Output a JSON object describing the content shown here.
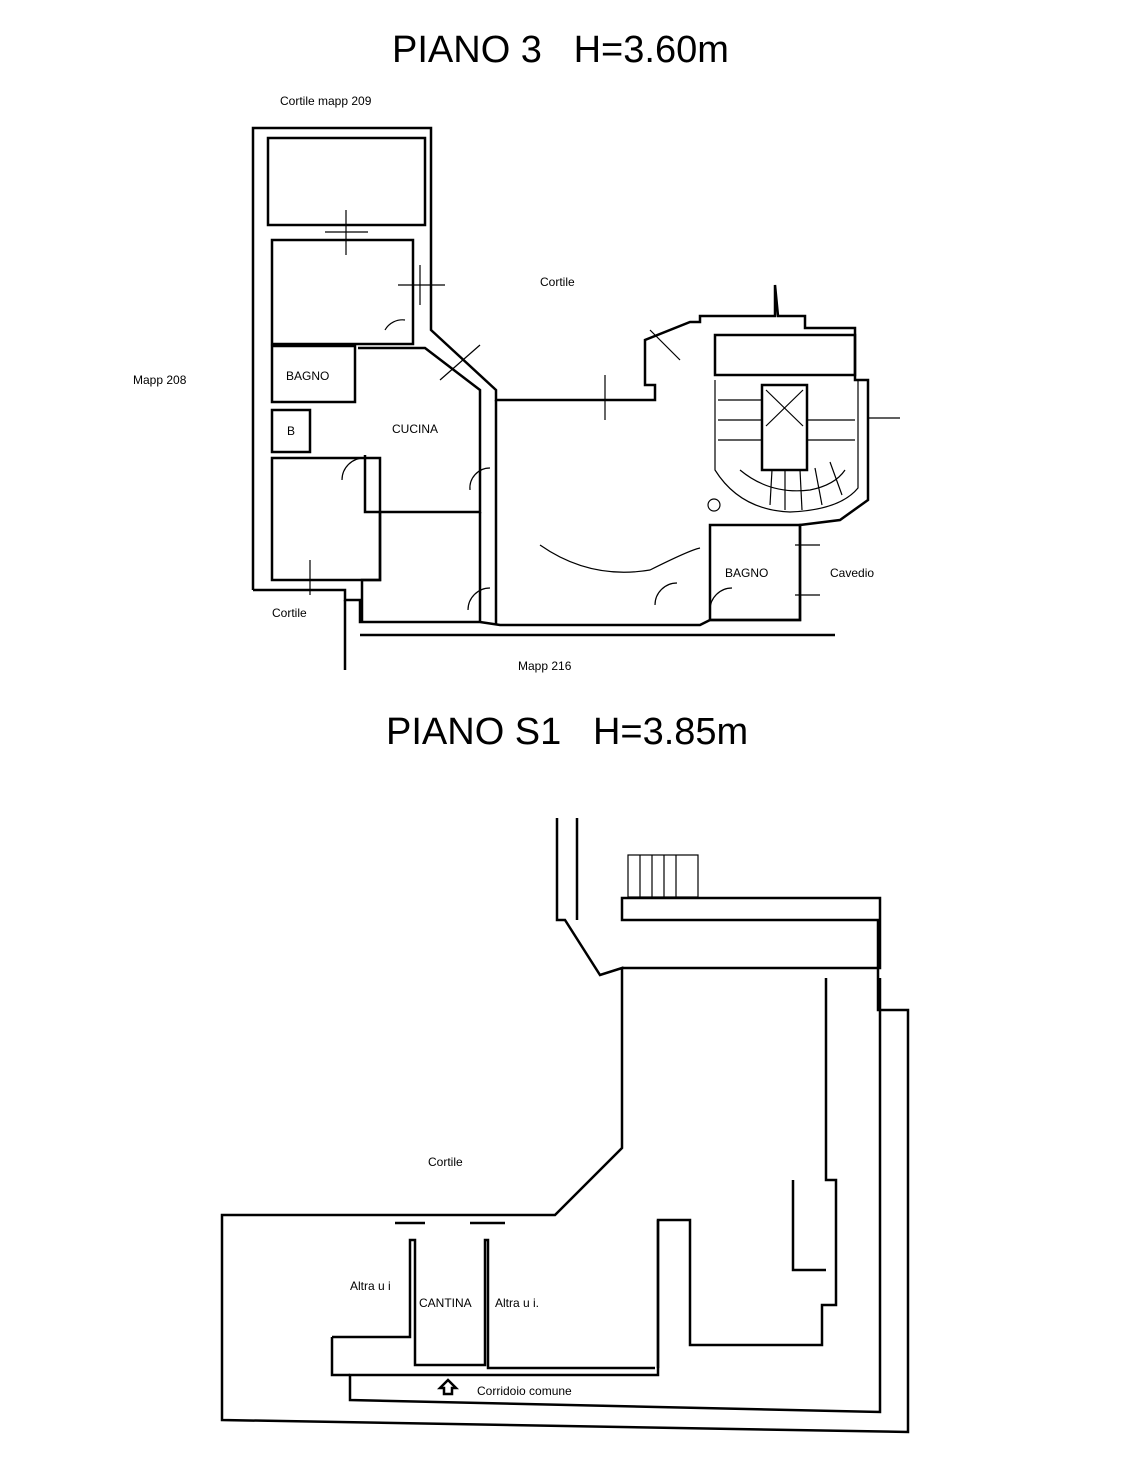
{
  "floor3": {
    "title": "PIANO 3   H=3.60m",
    "labels": {
      "north": "Cortile mapp 209",
      "courtyard": "Cortile",
      "west": "Mapp 208",
      "bath1": "BAGNO",
      "wc": "B",
      "kitchen": "CUCINA",
      "courtyard_sw": "Cortile",
      "south": "Mapp 216",
      "bath2": "BAGNO",
      "shaft": "Cavedio"
    }
  },
  "basement": {
    "title": "PIANO S1   H=3.85m",
    "labels": {
      "courtyard": "Cortile",
      "other_unit_left": "Altra u i",
      "cellar": "CANTINA",
      "other_unit_right": "Altra u i.",
      "corridor": "Corridoio comune"
    }
  }
}
